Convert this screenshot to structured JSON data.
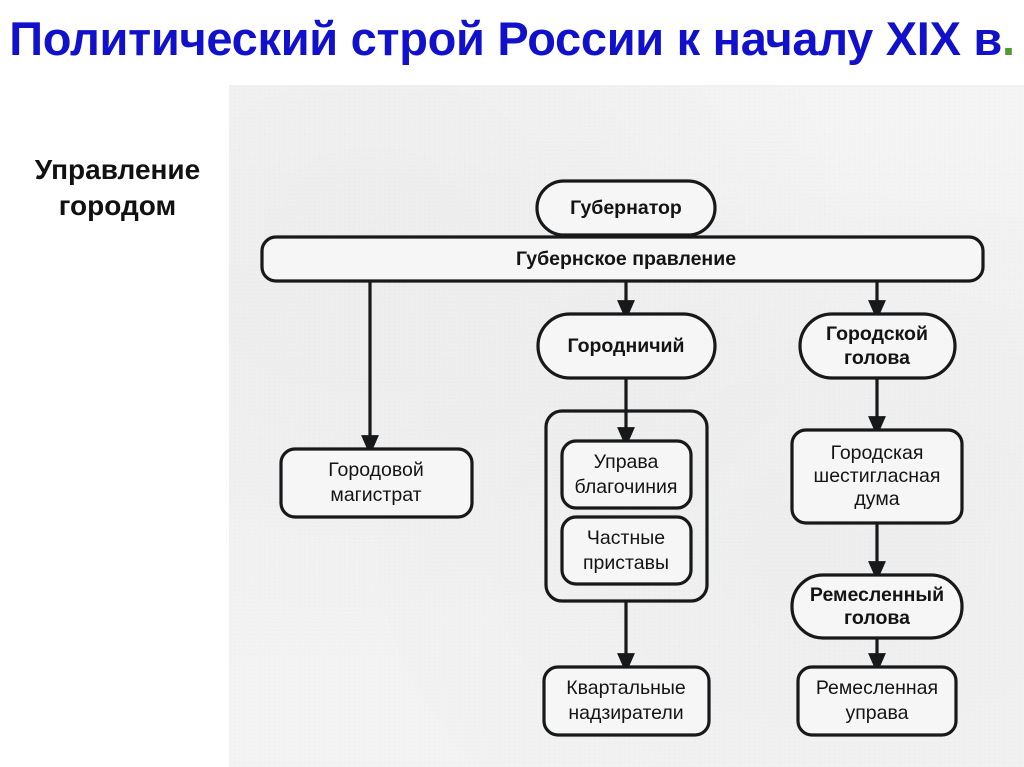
{
  "slide": {
    "title_text": "Политический строй России к началу XIX в",
    "title_dot": ".",
    "title_color": "#1111cc",
    "title_dot_color": "#4f9b2f",
    "section_caption_line1": "Управление",
    "section_caption_line2": "городом"
  },
  "diagram": {
    "nodes": {
      "governor": "Губернатор",
      "provincial_board": "Губернское правление",
      "gorodnichiy": "Городничий",
      "city_head_line1": "Городской",
      "city_head_line2": "голова",
      "city_magistrate_line1": "Городовой",
      "city_magistrate_line2": "магистрат",
      "deanery_board_line1": "Управа",
      "deanery_board_line2": "благочиния",
      "private_bailiffs_line1": "Частные",
      "private_bailiffs_line2": "приставы",
      "city_six_voiced_duma_line1": "Городская",
      "city_six_voiced_duma_line2": "шестигласная",
      "city_six_voiced_duma_line3": "дума",
      "craft_head_line1": "Ремесленный",
      "craft_head_line2": "голова",
      "quarterly_overseers_line1": "Квартальные",
      "quarterly_overseers_line2": "надзиратели",
      "craft_board_line1": "Ремесленная",
      "craft_board_line2": "управа"
    }
  }
}
